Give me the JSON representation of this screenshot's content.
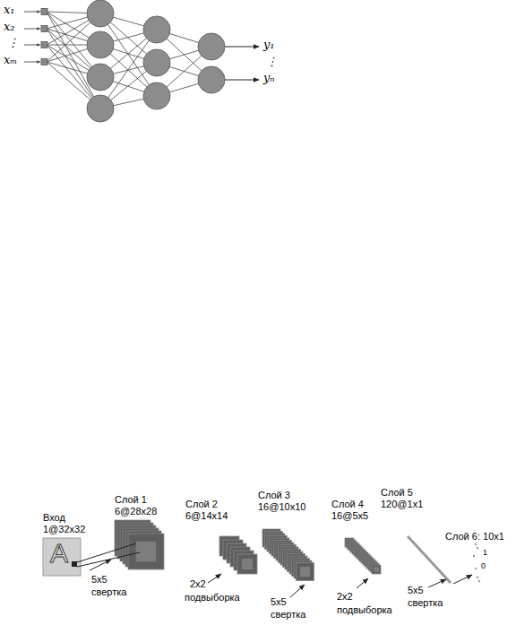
{
  "diagram": {
    "labels": [
      "x₁",
      "x₂",
      "⋮",
      "xₘ",
      "y₁",
      "⋮",
      "yₙ",
      "Вход",
      "1@32x32",
      "Слой 1",
      "6@28x28",
      "Слой 2",
      "6@14x14",
      "Слой 3",
      "16@10x10",
      "Слой 4",
      "16@5x5",
      "Слой 5",
      "120@1x1",
      "Слой 6: 10x1",
      "A",
      "5x5",
      "свертка",
      "2x2",
      "подвыборка",
      "5x5",
      "свертка",
      "2x2",
      "подвыборка",
      "5x5",
      "свертка",
      "1",
      "0"
    ]
  }
}
